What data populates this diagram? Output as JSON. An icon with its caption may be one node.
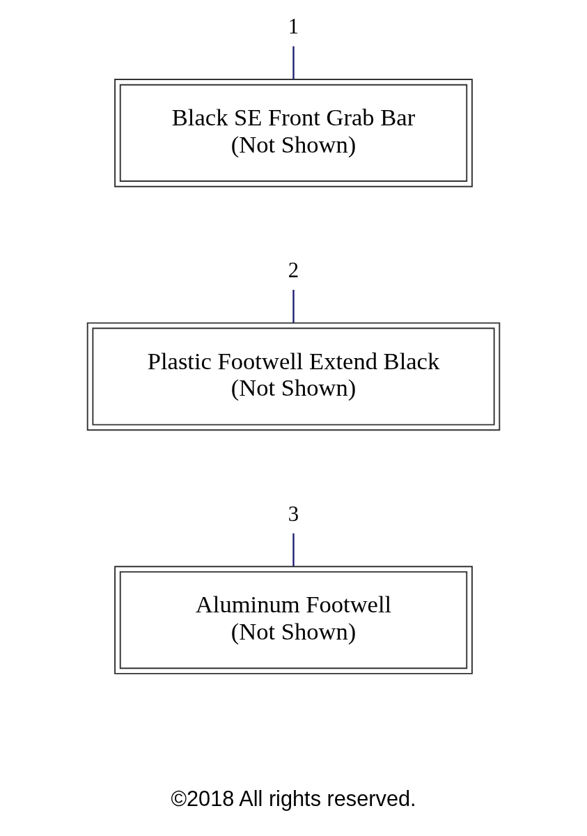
{
  "diagram": {
    "nodes": [
      {
        "text": [
          "1"
        ]
      },
      {
        "text": [
          "Black SE Front Grab Bar",
          "(Not Shown)"
        ]
      },
      {
        "text": [
          "2"
        ]
      },
      {
        "text": [
          "Plastic Footwell Extend Black",
          "(Not Shown)"
        ]
      },
      {
        "text": [
          "3"
        ]
      },
      {
        "text": [
          "Aluminum Footwell",
          "(Not Shown)"
        ]
      }
    ],
    "edges": [
      {
        "from": 0,
        "to": 1,
        "arrow": "none"
      },
      {
        "from": 2,
        "to": 3,
        "arrow": "none"
      },
      {
        "from": 4,
        "to": 5,
        "arrow": "none"
      }
    ],
    "labels": [
      "©2018 All rights reserved."
    ]
  }
}
